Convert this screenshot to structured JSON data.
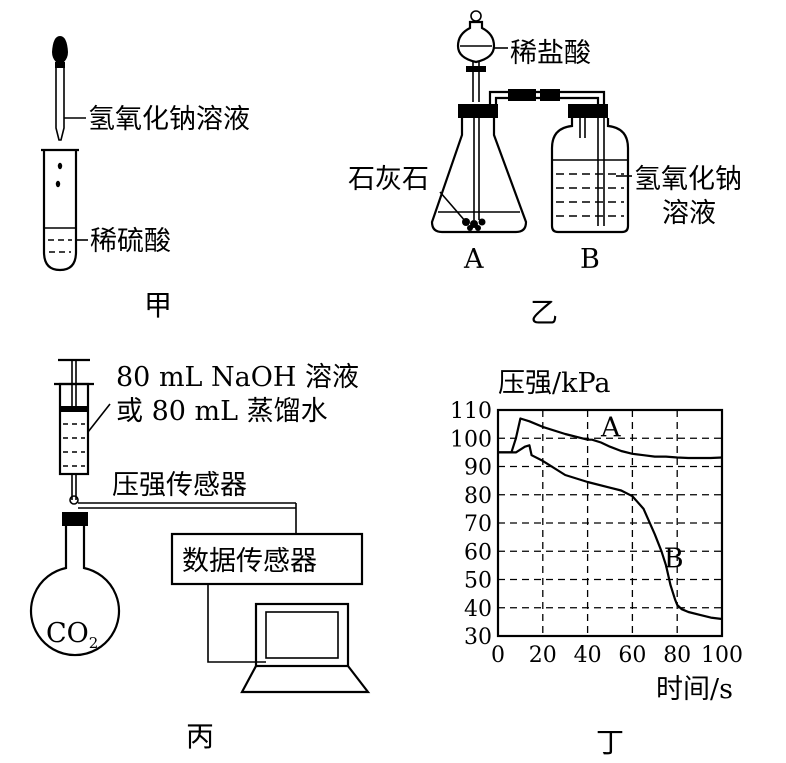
{
  "panel_jia": {
    "caption": "甲",
    "dropper_label": "氢氧化钠溶液",
    "tube_label": "稀硫酸"
  },
  "panel_yi": {
    "caption": "乙",
    "funnel_label": "稀盐酸",
    "solid_label": "石灰石",
    "bottle_label_line1": "氢氧化钠",
    "bottle_label_line2": "溶液",
    "flask_letter": "A",
    "bottle_letter": "B"
  },
  "panel_bing": {
    "caption": "丙",
    "syringe_label_line1": "80 mL NaOH 溶液",
    "syringe_label_line2": "或 80 mL 蒸馏水",
    "sensor_label": "压强传感器",
    "box_label": "数据传感器",
    "gas_label": "CO",
    "gas_subscript": "2"
  },
  "panel_ding": {
    "caption": "丁"
  },
  "chart_data": {
    "type": "line",
    "ylabel": "压强/kPa",
    "xlabel": "时间/s",
    "xlim": [
      0,
      100
    ],
    "ylim": [
      30,
      110
    ],
    "x_ticks": [
      "0",
      "20",
      "40",
      "60",
      "80",
      "100"
    ],
    "y_ticks": [
      "30",
      "40",
      "50",
      "60",
      "70",
      "80",
      "90",
      "100",
      "110"
    ],
    "grid": true,
    "series": [
      {
        "name": "A",
        "x": [
          0,
          6,
          8,
          10,
          14,
          20,
          30,
          40,
          42,
          46,
          50,
          55,
          60,
          65,
          70,
          75,
          80,
          85,
          90,
          95,
          100
        ],
        "y": [
          95,
          95,
          100,
          107,
          106,
          104,
          101.5,
          99.5,
          99.5,
          98.5,
          97,
          95.5,
          94.5,
          94,
          93.5,
          93.5,
          93.2,
          93,
          93,
          93,
          93.2
        ]
      },
      {
        "name": "B",
        "x": [
          0,
          8,
          12,
          14,
          15,
          20,
          30,
          40,
          50,
          55,
          60,
          65,
          70,
          73,
          75,
          77,
          79,
          80,
          82,
          85,
          90,
          95,
          100
        ],
        "y": [
          95,
          95,
          97,
          97.5,
          94,
          92,
          87,
          84.5,
          82.5,
          81.5,
          79.5,
          75,
          66,
          60,
          55,
          48,
          43,
          41,
          39.5,
          38.5,
          37.5,
          36.5,
          36
        ]
      }
    ]
  }
}
